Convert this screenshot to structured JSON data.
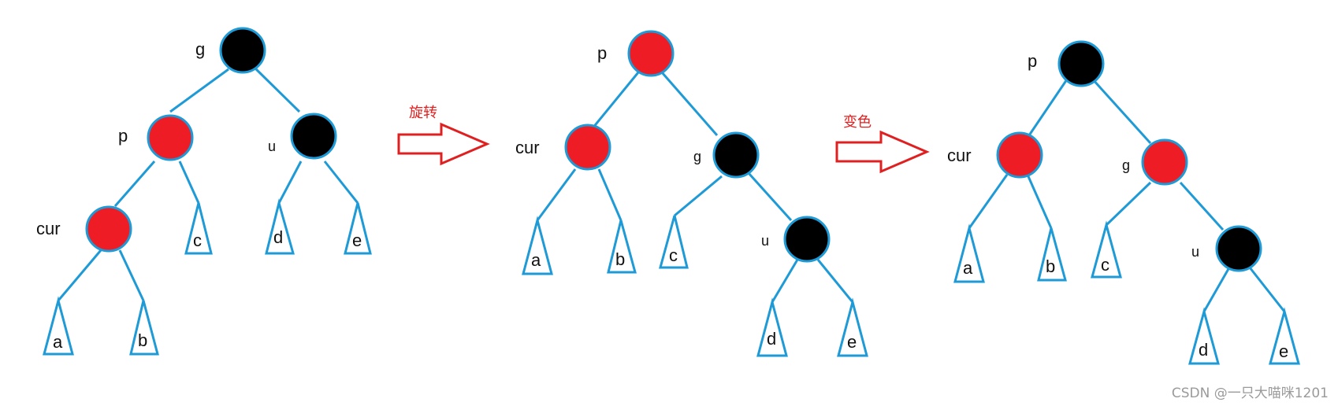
{
  "colors": {
    "edge": "#1e9ad6",
    "red_node": "#ee1c25",
    "black_node": "#000000",
    "operation_text": "#e02020"
  },
  "stages": [
    {
      "nodes": [
        {
          "id": "g",
          "label": "g",
          "color": "black"
        },
        {
          "id": "p",
          "label": "p",
          "color": "red"
        },
        {
          "id": "u",
          "label": "u",
          "color": "black"
        },
        {
          "id": "cur",
          "label": "cur",
          "color": "red"
        }
      ],
      "subtrees": [
        "c",
        "d",
        "e",
        "a",
        "b"
      ]
    },
    {
      "nodes": [
        {
          "id": "p",
          "label": "p",
          "color": "red"
        },
        {
          "id": "cur",
          "label": "cur",
          "color": "red"
        },
        {
          "id": "g",
          "label": "g",
          "color": "black"
        },
        {
          "id": "u",
          "label": "u",
          "color": "black"
        }
      ],
      "subtrees": [
        "a",
        "b",
        "c",
        "d",
        "e"
      ]
    },
    {
      "nodes": [
        {
          "id": "p",
          "label": "p",
          "color": "black"
        },
        {
          "id": "cur",
          "label": "cur",
          "color": "red"
        },
        {
          "id": "g",
          "label": "g",
          "color": "red"
        },
        {
          "id": "u",
          "label": "u",
          "color": "black"
        }
      ],
      "subtrees": [
        "a",
        "b",
        "c",
        "d",
        "e"
      ]
    }
  ],
  "operations": [
    {
      "label": "旋转"
    },
    {
      "label": "变色"
    }
  ],
  "watermark": "CSDN @一只大喵咪1201"
}
